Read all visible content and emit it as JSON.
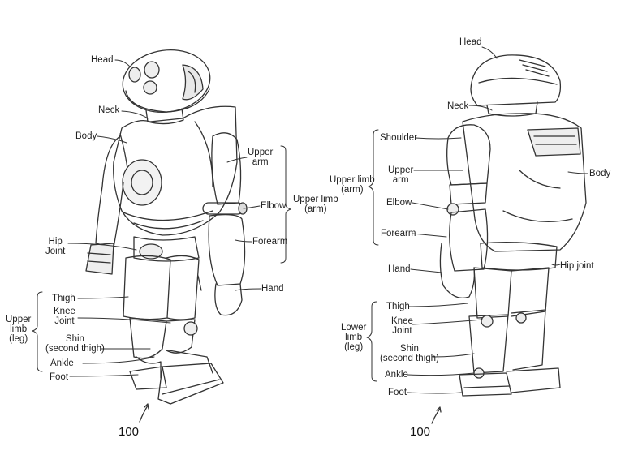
{
  "front_view": {
    "head": "Head",
    "neck": "Neck",
    "body": "Body",
    "upper_arm": "Upper\narm",
    "elbow": "Elbow",
    "upper_limb_arm": "Upper limb\n(arm)",
    "hip_joint": "Hip\nJoint",
    "forearm": "Forearm",
    "hand": "Hand",
    "thigh": "Thigh",
    "knee_joint": "Knee\nJoint",
    "shin": "Shin\n(second thigh)",
    "ankle": "Ankle",
    "foot": "Foot",
    "upper_limb_leg": "Upper\nlimb\n(leg)",
    "ref": "100"
  },
  "back_view": {
    "head": "Head",
    "neck": "Neck",
    "shoulder": "Shoulder",
    "body": "Body",
    "upper_limb_arm": "Upper limb\n(arm)",
    "upper_arm": "Upper\narm",
    "elbow": "Elbow",
    "forearm": "Forearm",
    "hand": "Hand",
    "hip_joint": "Hip joint",
    "thigh": "Thigh",
    "lower_limb_leg": "Lower\nlimb\n(leg)",
    "knee_joint": "Knee\nJoint",
    "shin": "Shin\n(second thigh)",
    "ankle": "Ankle",
    "foot": "Foot",
    "ref": "100"
  }
}
